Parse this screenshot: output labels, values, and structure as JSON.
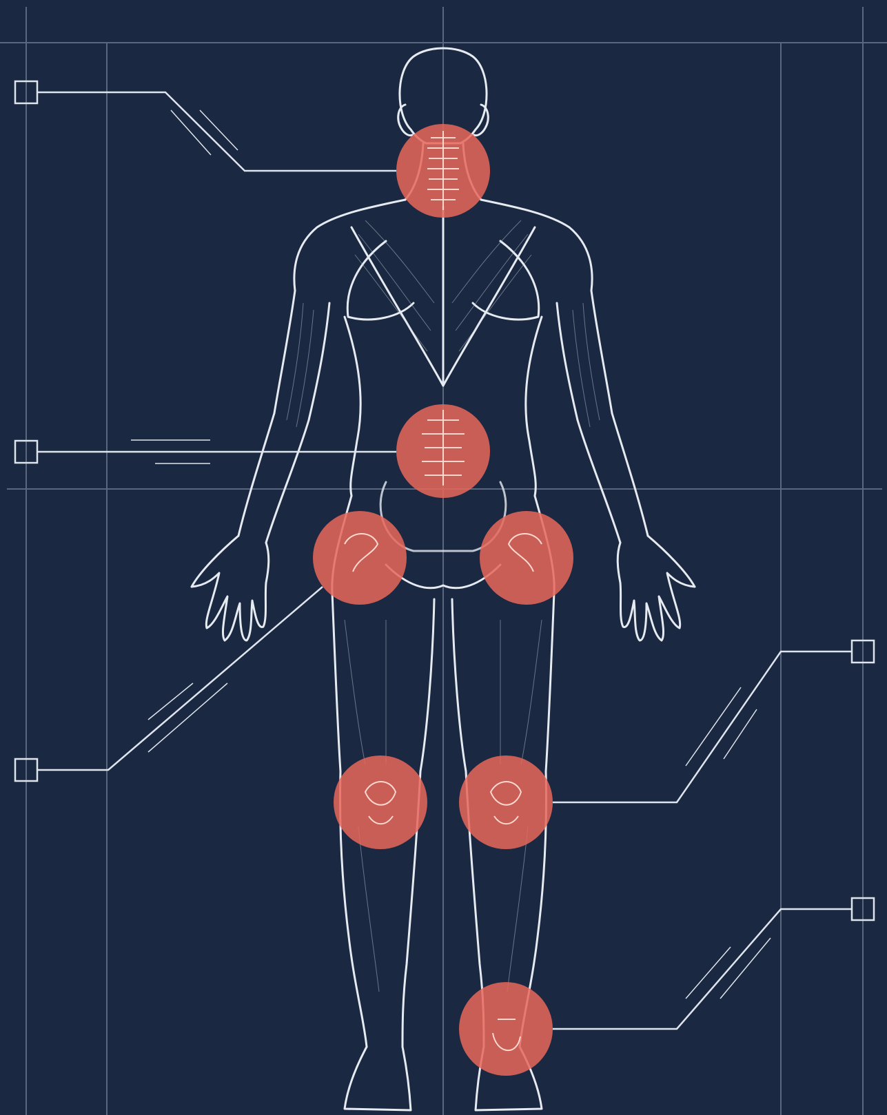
{
  "diagram": {
    "style": "anatomical blueprint",
    "view": "posterior",
    "colors": {
      "background": "#1b2841",
      "gridline": "#8e9bb0",
      "outline": "#e6ebf2",
      "highlight": "#e8675a",
      "highlight_detail": "#ffd9cf"
    },
    "highlighted_regions": [
      "cervical-spine",
      "lumbar-spine",
      "left-hip",
      "right-hip",
      "left-knee",
      "right-knee",
      "right-ankle"
    ],
    "callouts": [
      {
        "target": "cervical-spine",
        "side": "left",
        "label": ""
      },
      {
        "target": "lumbar-spine",
        "side": "left",
        "label": ""
      },
      {
        "target": "left-hip",
        "side": "left",
        "label": ""
      },
      {
        "target": "right-knee",
        "side": "right",
        "label": ""
      },
      {
        "target": "right-ankle",
        "side": "right",
        "label": ""
      }
    ]
  }
}
